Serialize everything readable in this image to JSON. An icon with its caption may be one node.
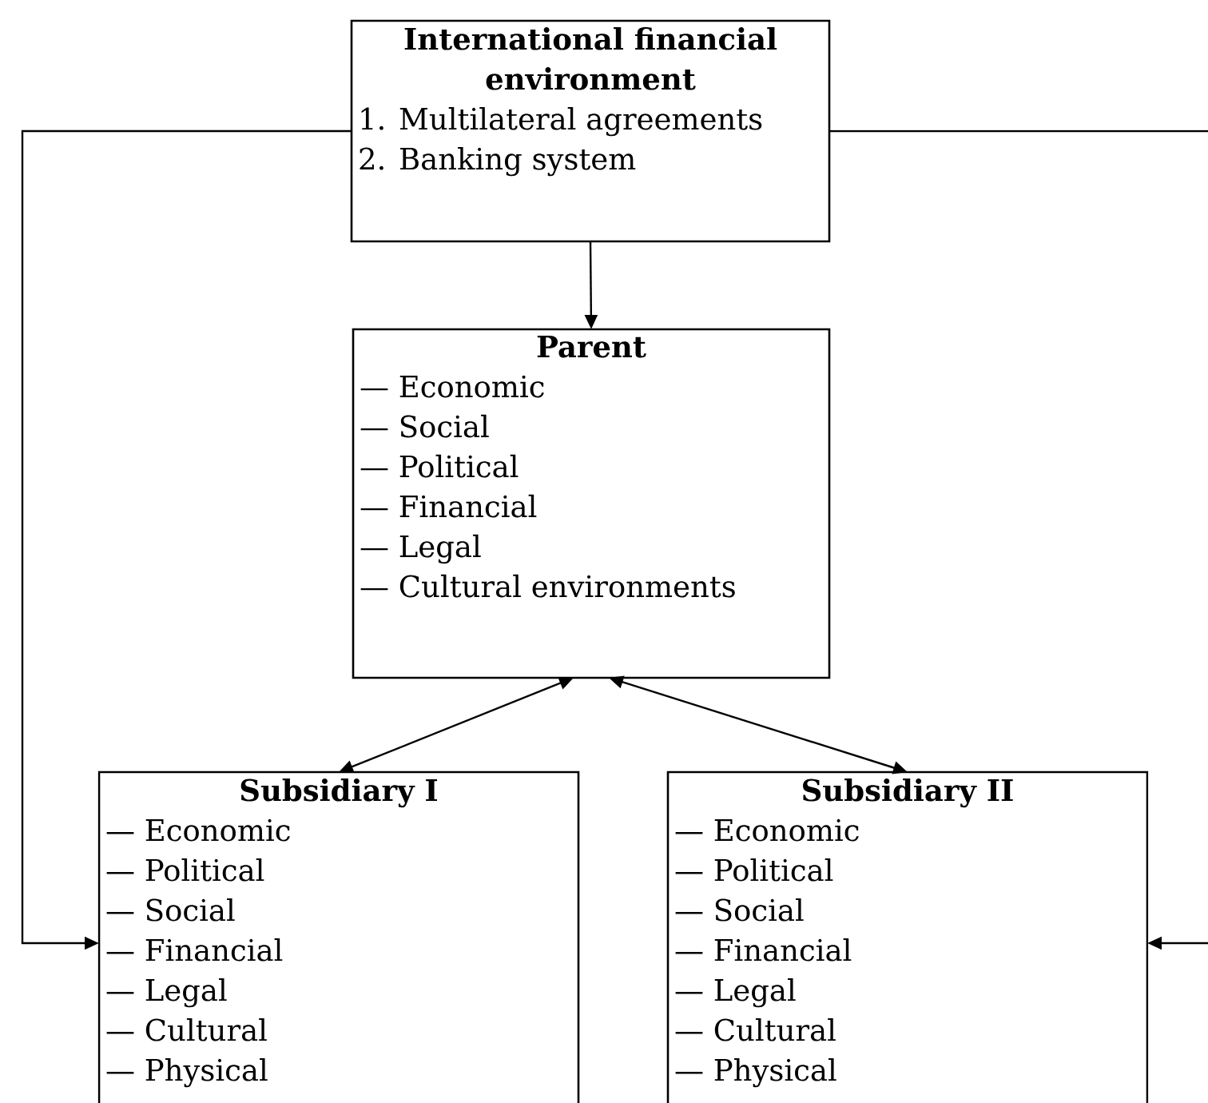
{
  "diagram": {
    "nodes": [
      {
        "text": [
          "International financial environment",
          "1. Multilateral agreements",
          "2. Banking system"
        ]
      },
      {
        "text": [
          "Parent",
          "— Economic",
          "— Social",
          "— Political",
          "— Financial",
          "— Legal",
          "— Cultural environments"
        ]
      },
      {
        "text": [
          "Subsidiary I",
          "— Economic",
          "— Political",
          "— Social",
          "— Financial",
          "— Legal",
          "— Cultural",
          "— Physical"
        ]
      },
      {
        "text": [
          "Subsidiary II",
          "— Economic",
          "— Political",
          "— Social",
          "— Financial",
          "— Legal",
          "— Cultural",
          "— Physical"
        ]
      }
    ],
    "edges": [
      {
        "from": 0,
        "to": 1,
        "arrow": "to"
      },
      {
        "from": 1,
        "to": 2,
        "arrow": "both"
      },
      {
        "from": 1,
        "to": 3,
        "arrow": "both"
      },
      {
        "from": 0,
        "to": 2,
        "arrow": "to"
      },
      {
        "from": 0,
        "to": 3,
        "arrow": "to"
      }
    ]
  }
}
